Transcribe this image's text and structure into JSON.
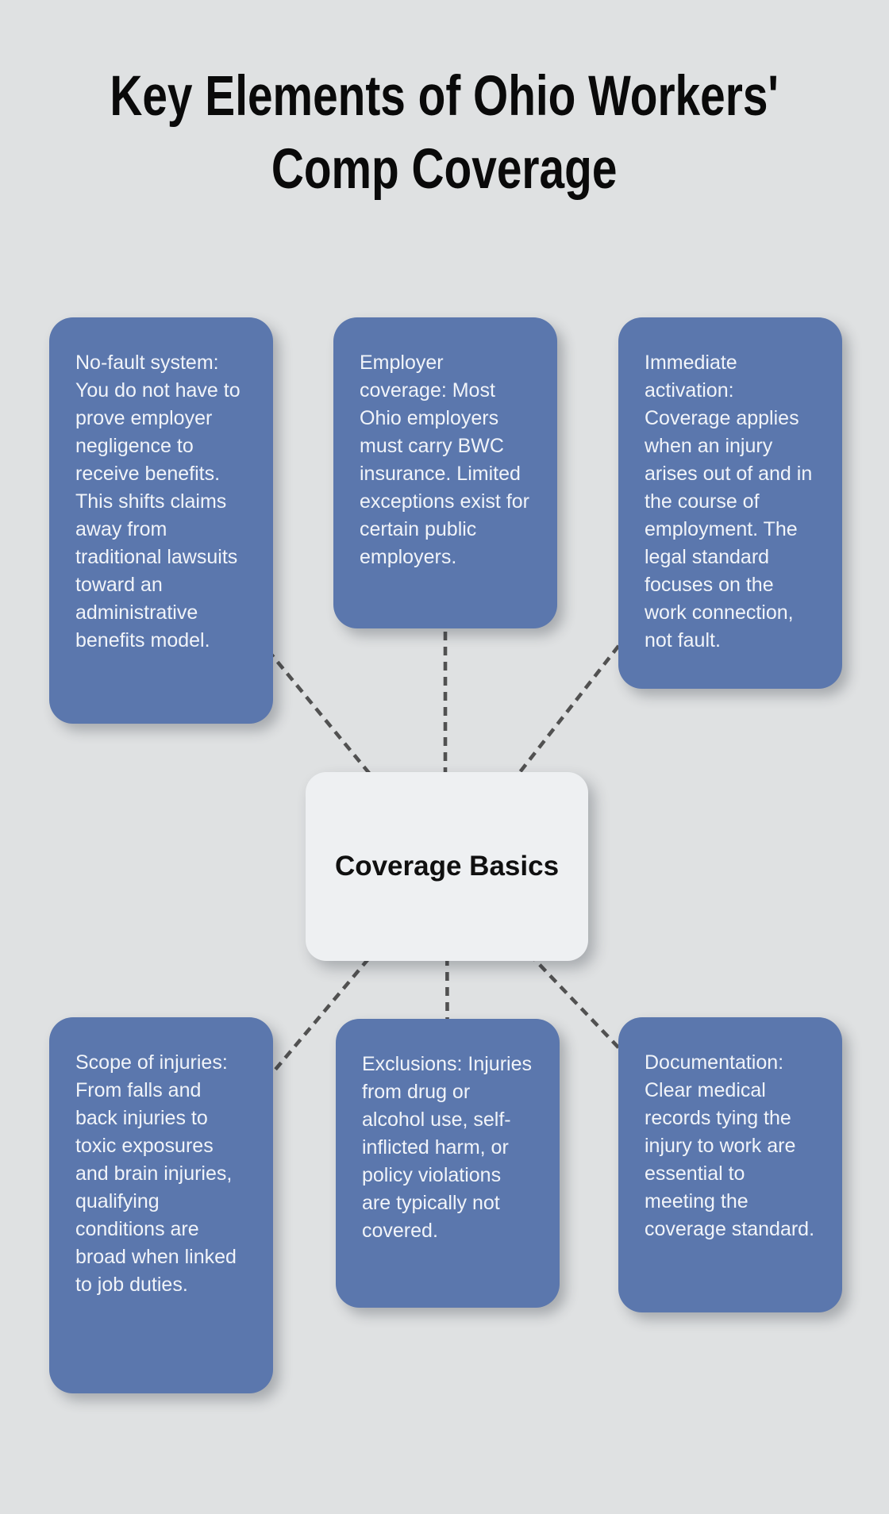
{
  "title": {
    "line1": "Key Elements of Ohio Workers'",
    "line2": "Comp Coverage"
  },
  "center": {
    "label": "Coverage Basics"
  },
  "nodes": [
    {
      "id": "no-fault-system",
      "text": "No-fault system: You do not have to prove employer negligence to receive benefits. This shifts claims away from traditional lawsuits toward an administrative benefits model."
    },
    {
      "id": "employer-coverage",
      "text": "Employer coverage: Most Ohio employers must carry BWC insurance. Limited exceptions exist for certain public employers."
    },
    {
      "id": "immediate-activation",
      "text": "Immediate activation: Coverage applies when an injury arises out of and in the course of employment. The legal standard focuses on the work connection, not fault."
    },
    {
      "id": "scope-of-injuries",
      "text": "Scope of injuries: From falls and back injuries to toxic exposures and brain injuries, qualifying conditions are broad when linked to job duties."
    },
    {
      "id": "exclusions",
      "text": "Exclusions: Injuries from drug or alcohol use, self-inflicted harm, or policy violations are typically not covered."
    },
    {
      "id": "documentation",
      "text": "Documentation: Clear medical records tying the injury to work are essential to meeting the coverage standard."
    }
  ],
  "colors": {
    "background": "#dfe1e2",
    "node_fill": "#5b77ad",
    "node_text": "#f1f4f9",
    "center_fill": "#eef0f2",
    "center_text": "#101010",
    "connector": "#515151",
    "title_text": "#0a0a0a"
  }
}
